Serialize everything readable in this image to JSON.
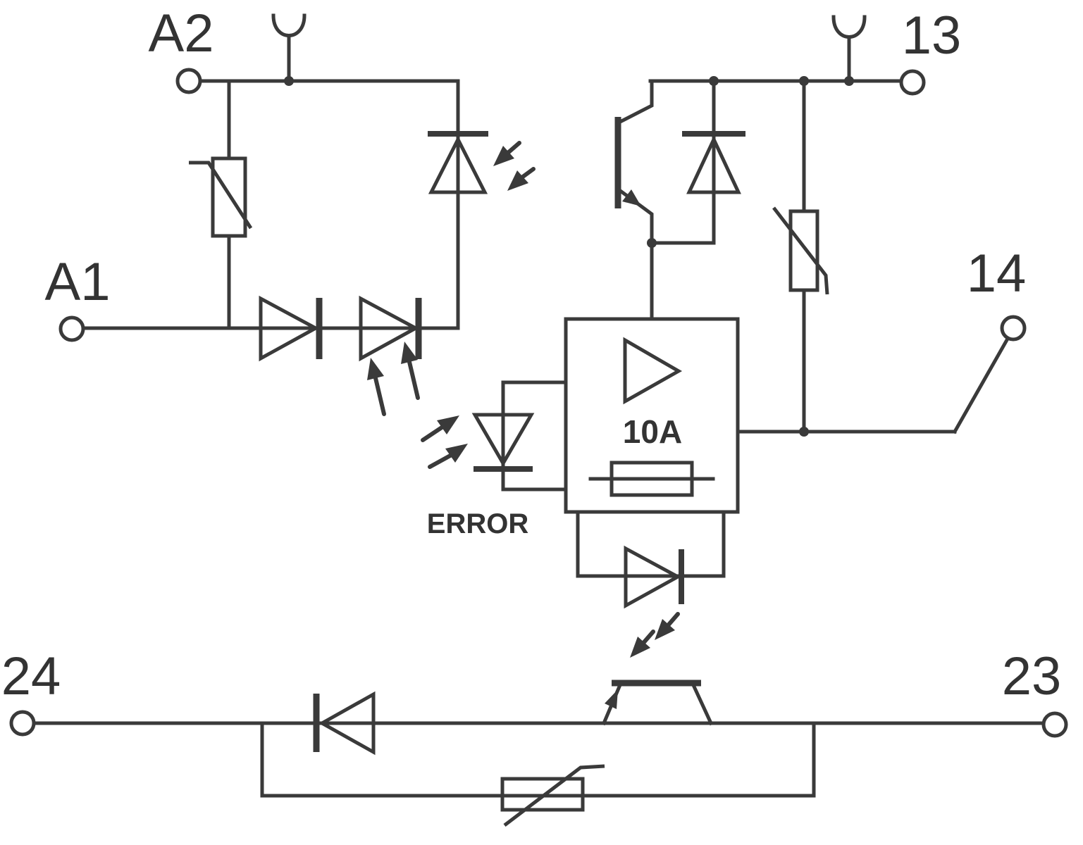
{
  "diagram": {
    "kind": "solid-state-relay-schematic",
    "terminals": {
      "a2": "A2",
      "a1": "A1",
      "t13": "13",
      "t14": "14",
      "t24": "24",
      "t23": "23"
    },
    "annotations": {
      "error_led": "ERROR",
      "fuse_rating": "10A"
    },
    "colors": {
      "line": "#3a3a3a",
      "text": "#333333",
      "background": "#ffffff"
    }
  }
}
